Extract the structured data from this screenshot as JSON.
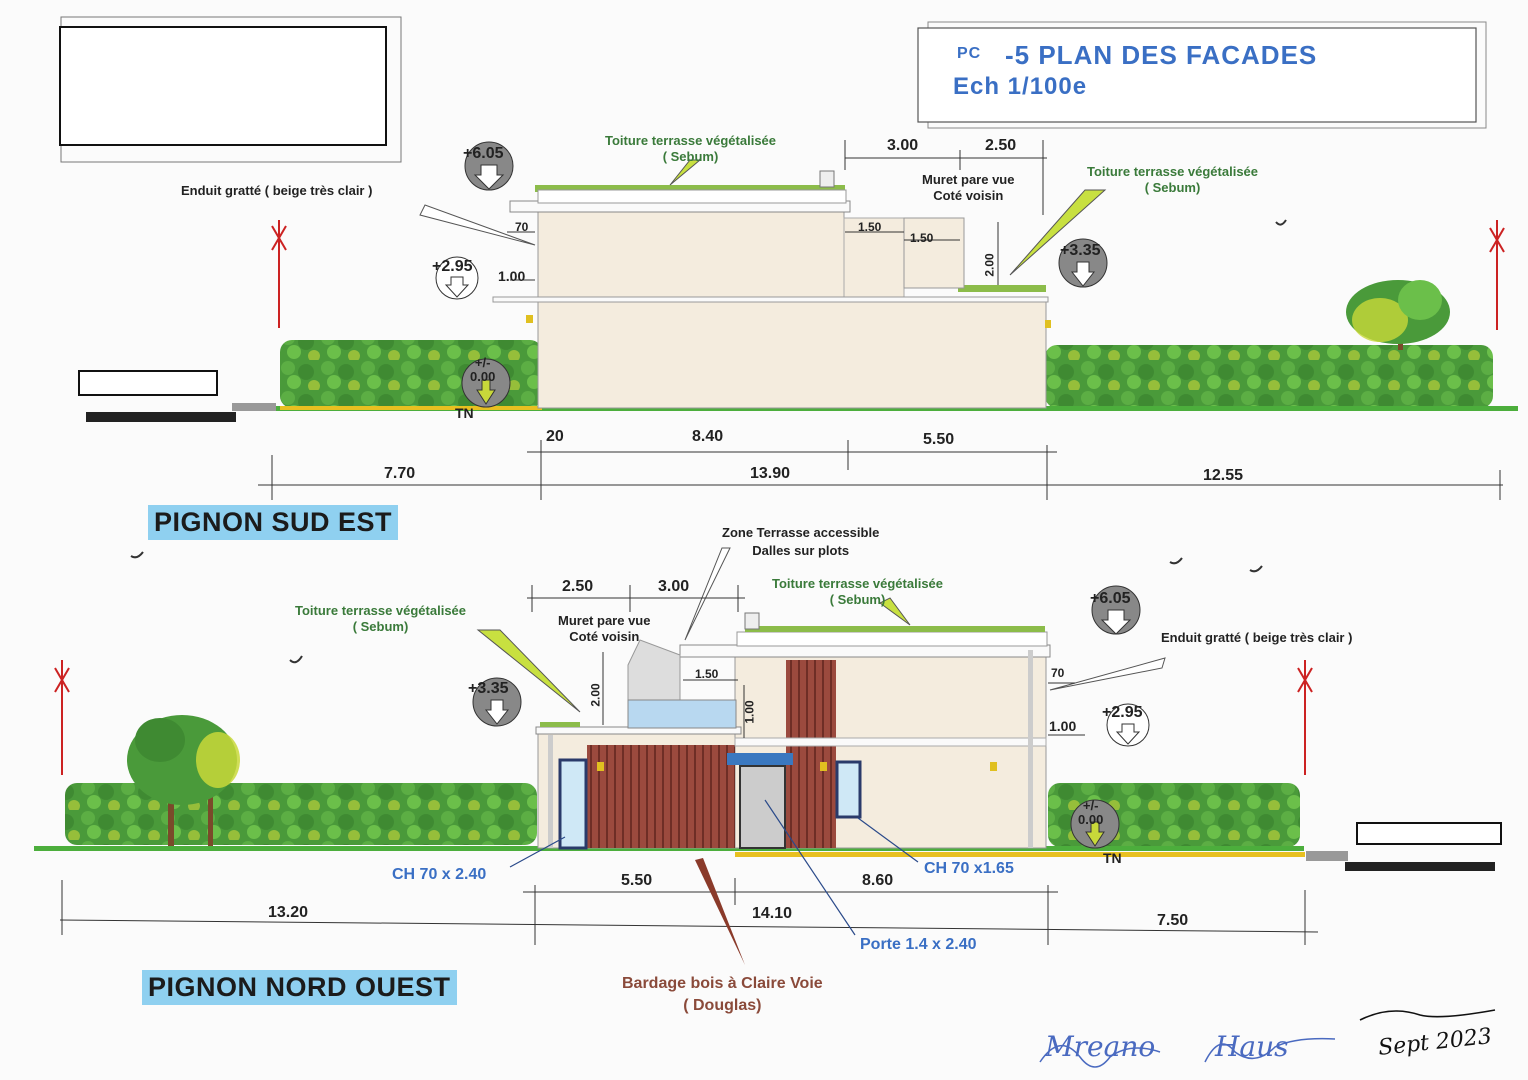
{
  "title_block": {
    "pc": "PC",
    "title": "-5 PLAN DES FACADES",
    "scale": "Ech 1/100e"
  },
  "south_east": {
    "name": "PIGNON SUD EST",
    "roof_label_1": "Toiture terrasse végétalisée",
    "roof_label_1b": "( Sebum)",
    "roof_label_2": "Toiture terrasse végétalisée",
    "roof_label_2b": "( Sebum)",
    "render_label": "Enduit gratté ( beige très clair )",
    "muret_1": "Muret pare vue",
    "muret_2": "Coté voisin",
    "level_top": "+6.05",
    "level_mid": "+2.95",
    "level_low": "+3.35",
    "level_ground": "+/-\n0.00",
    "tn": "TN",
    "d_300": "3.00",
    "d_250": "2.50",
    "d_150a": "1.50",
    "d_150b": "1.50",
    "d_200": "2.00",
    "d_70": "70",
    "d_100": "1.00",
    "d_20": "20",
    "d_840": "8.40",
    "d_550": "5.50",
    "d_770": "7.70",
    "d_1390": "13.90",
    "d_1255": "12.55"
  },
  "north_west": {
    "name": "PIGNON NORD OUEST",
    "zone_1": "Zone Terrasse accessible",
    "zone_2": "Dalles sur plots",
    "roof_label_1": "Toiture terrasse végétalisée",
    "roof_label_1b": "( Sebum)",
    "roof_label_2": "Toiture terrasse végétalisée",
    "roof_label_2b": "( Sebum)",
    "muret_1": "Muret pare vue",
    "muret_2": "Coté voisin",
    "render_label": "Enduit gratté ( beige très clair )",
    "level_top": "+6.05",
    "level_low": "+3.35",
    "level_mid": "+2.95",
    "level_ground": "+/-\n0.00",
    "tn": "TN",
    "d_250": "2.50",
    "d_300": "3.00",
    "d_150": "1.50",
    "d_200": "2.00",
    "d_100a": "1.00",
    "d_70": "70",
    "d_100b": "1.00",
    "d_550": "5.50",
    "d_860": "8.60",
    "d_1320": "13.20",
    "d_1410": "14.10",
    "d_750": "7.50",
    "ch_left": "CH 70 x 2.40",
    "ch_right": "CH 70 x1.65",
    "door": "Porte  1.4 x 2.40",
    "cladding_1": "Bardage bois à Claire Voie",
    "cladding_2": "( Douglas)"
  },
  "signatures": {
    "sig1": "Mreano",
    "sig2": "Haus",
    "date": "Sept 2023"
  }
}
